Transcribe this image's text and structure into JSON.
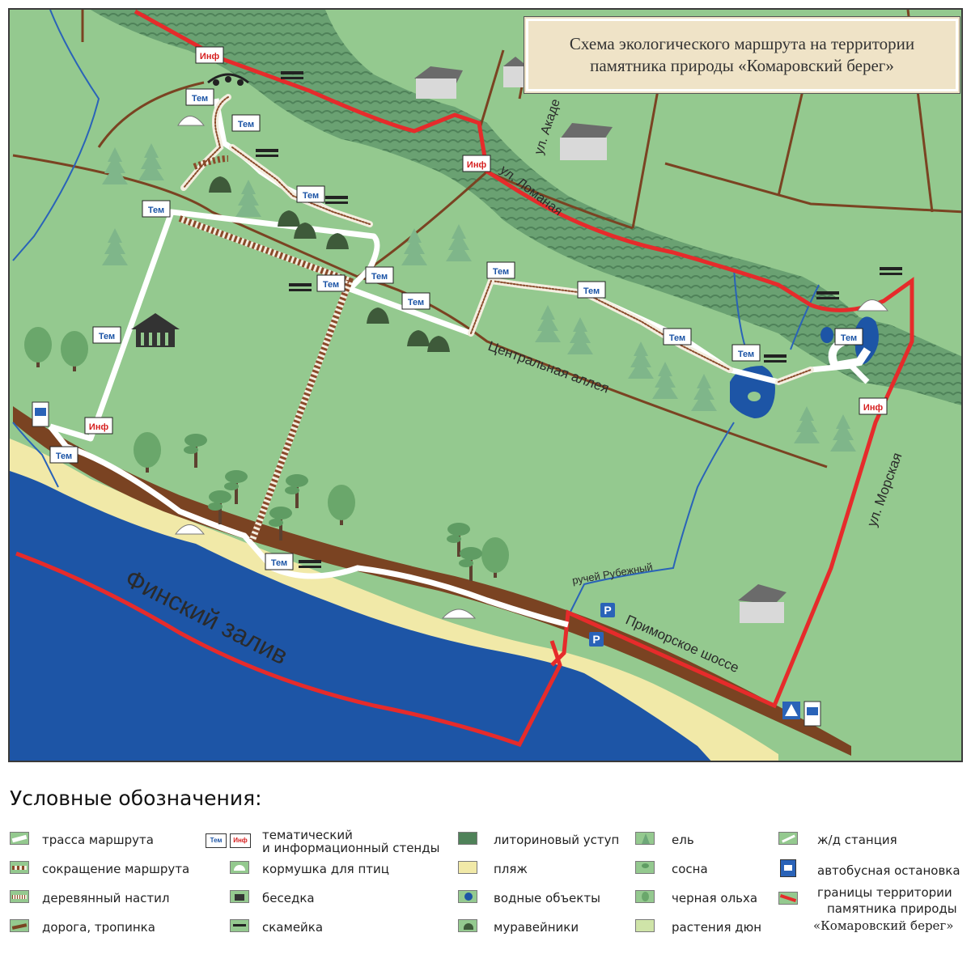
{
  "title": {
    "line1": "Схема экологического маршрута на территории",
    "line2": "памятника природы «Комаровский берег»"
  },
  "map_labels": {
    "gulf": "Финский залив",
    "central_alley": "Центральная аллея",
    "lomanaya": "ул. Ломаная",
    "akadem": "ул. Акаде",
    "morskaya": "ул. Морская",
    "primorskoe": "Приморское шоссе",
    "rubezhny": "ручей Рубежный"
  },
  "sign_labels": {
    "tem": "Тем",
    "inf": "Инф",
    "parking": "P"
  },
  "legend": {
    "heading": "Условные обозначения:",
    "items": {
      "route": "трасса маршрута",
      "shortcut": "сокращение маршрута",
      "boardwalk": "деревянный настил",
      "road": "дорога, тропинка",
      "stands_line1": "тематический",
      "stands_line2": "и информационный стенды",
      "feeder": "кормушка для птиц",
      "gazebo": "беседка",
      "bench": "скамейка",
      "ledge": "литориновый уступ",
      "beach": "пляж",
      "water": "водные объекты",
      "anthills": "муравейники",
      "spruce": "ель",
      "pine": "сосна",
      "alder": "черная ольха",
      "dune_plants": "растения дюн",
      "station": "ж/д станция",
      "bus_stop": "автобусная остановка",
      "boundary_line1": "границы территории",
      "boundary_line2": "памятника природы",
      "boundary_line3": "«Комаровский берег»"
    }
  },
  "colors": {
    "meadow": "#94c98f",
    "forest_ledge": "#5f9468",
    "sea": "#1d55a6",
    "beach": "#f1e9a8",
    "road": "#7a4322",
    "boundary": "#e62b2b",
    "route": "#ffffff",
    "stream": "#2a63b8",
    "title_bg": "#efe3c7"
  },
  "icons": [
    "info-stand-icon",
    "theme-stand-icon",
    "bench-icon",
    "bird-feeder-icon",
    "gazebo-icon",
    "spruce-icon",
    "pine-icon",
    "alder-icon",
    "house-icon",
    "parking-icon",
    "bus-stop-icon",
    "crosswalk-icon",
    "anthill-icon"
  ]
}
